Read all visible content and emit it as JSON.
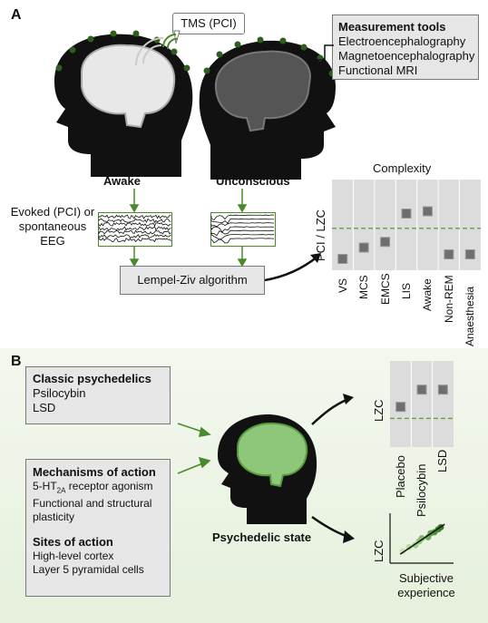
{
  "panel_a": {
    "letter": "A",
    "tms_label": "TMS (PCI)",
    "measurement_tools": {
      "title": "Measurement tools",
      "items": [
        "Electroencephalography",
        "Magnetoencephalography",
        "Functional MRI"
      ]
    },
    "awake_label": "Awake",
    "unconscious_label": "Unconscious",
    "eeg_label": [
      "Evoked (PCI) or",
      "spontaneous",
      "EEG"
    ],
    "algorithm_label": "Lempel-Ziv algorithm",
    "chart": {
      "title": "Complexity",
      "ylabel": "PCI / LZC"
    }
  },
  "panel_b": {
    "letter": "B",
    "classic": {
      "title": "Classic psychedelics",
      "items": [
        "Psilocybin",
        "LSD"
      ]
    },
    "mechanisms": {
      "title": "Mechanisms of action",
      "line1_prefix": "5-HT",
      "line1_sub": "2A",
      "line1_suffix": " receptor agonism",
      "line2": "Functional and structural",
      "line3": "plasticity"
    },
    "sites": {
      "title": "Sites of action",
      "items": [
        "High-level cortex",
        "Layer 5 pyramidal cells"
      ]
    },
    "state_label": "Psychedelic state",
    "bar_chart": {
      "ylabel": "LZC"
    },
    "scatter": {
      "ylabel": "LZC",
      "xlabel": [
        "Subjective",
        "experience"
      ]
    }
  },
  "colors": {
    "green": "#4b8a2a",
    "light_green": "#8fc77a",
    "dark_head": "#111111",
    "chart_bg": "#dcdcdc",
    "marker": "#6e6e6e",
    "threshold": "#6aa84f"
  },
  "chart_data": [
    {
      "type": "scatter",
      "title": "Complexity",
      "ylabel": "PCI / LZC",
      "categories": [
        "VS",
        "MCS",
        "EMCS",
        "LIS",
        "Awake",
        "Non-REM",
        "Anaesthesia"
      ],
      "values": [
        1.0,
        2.0,
        2.5,
        5.0,
        5.2,
        1.4,
        1.4
      ],
      "ylim": [
        0,
        8
      ],
      "threshold": 3.7
    },
    {
      "type": "scatter",
      "ylabel": "LZC",
      "categories": [
        "Placebo",
        "Psilocybin",
        "LSD"
      ],
      "values": [
        2.1,
        3.0,
        3.0
      ],
      "ylim": [
        0,
        4.5
      ],
      "threshold": 1.5
    },
    {
      "type": "scatter",
      "ylabel": "LZC",
      "xlabel": "Subjective experience",
      "x": [
        1.0,
        1.5,
        2.0,
        2.3,
        2.5,
        3.0,
        3.2,
        3.5,
        3.8,
        4.0
      ],
      "y": [
        1.2,
        1.6,
        1.8,
        2.2,
        2.5,
        2.6,
        3.0,
        3.1,
        3.4,
        3.6
      ],
      "xlim": [
        0,
        5
      ],
      "ylim": [
        0,
        5
      ]
    }
  ]
}
